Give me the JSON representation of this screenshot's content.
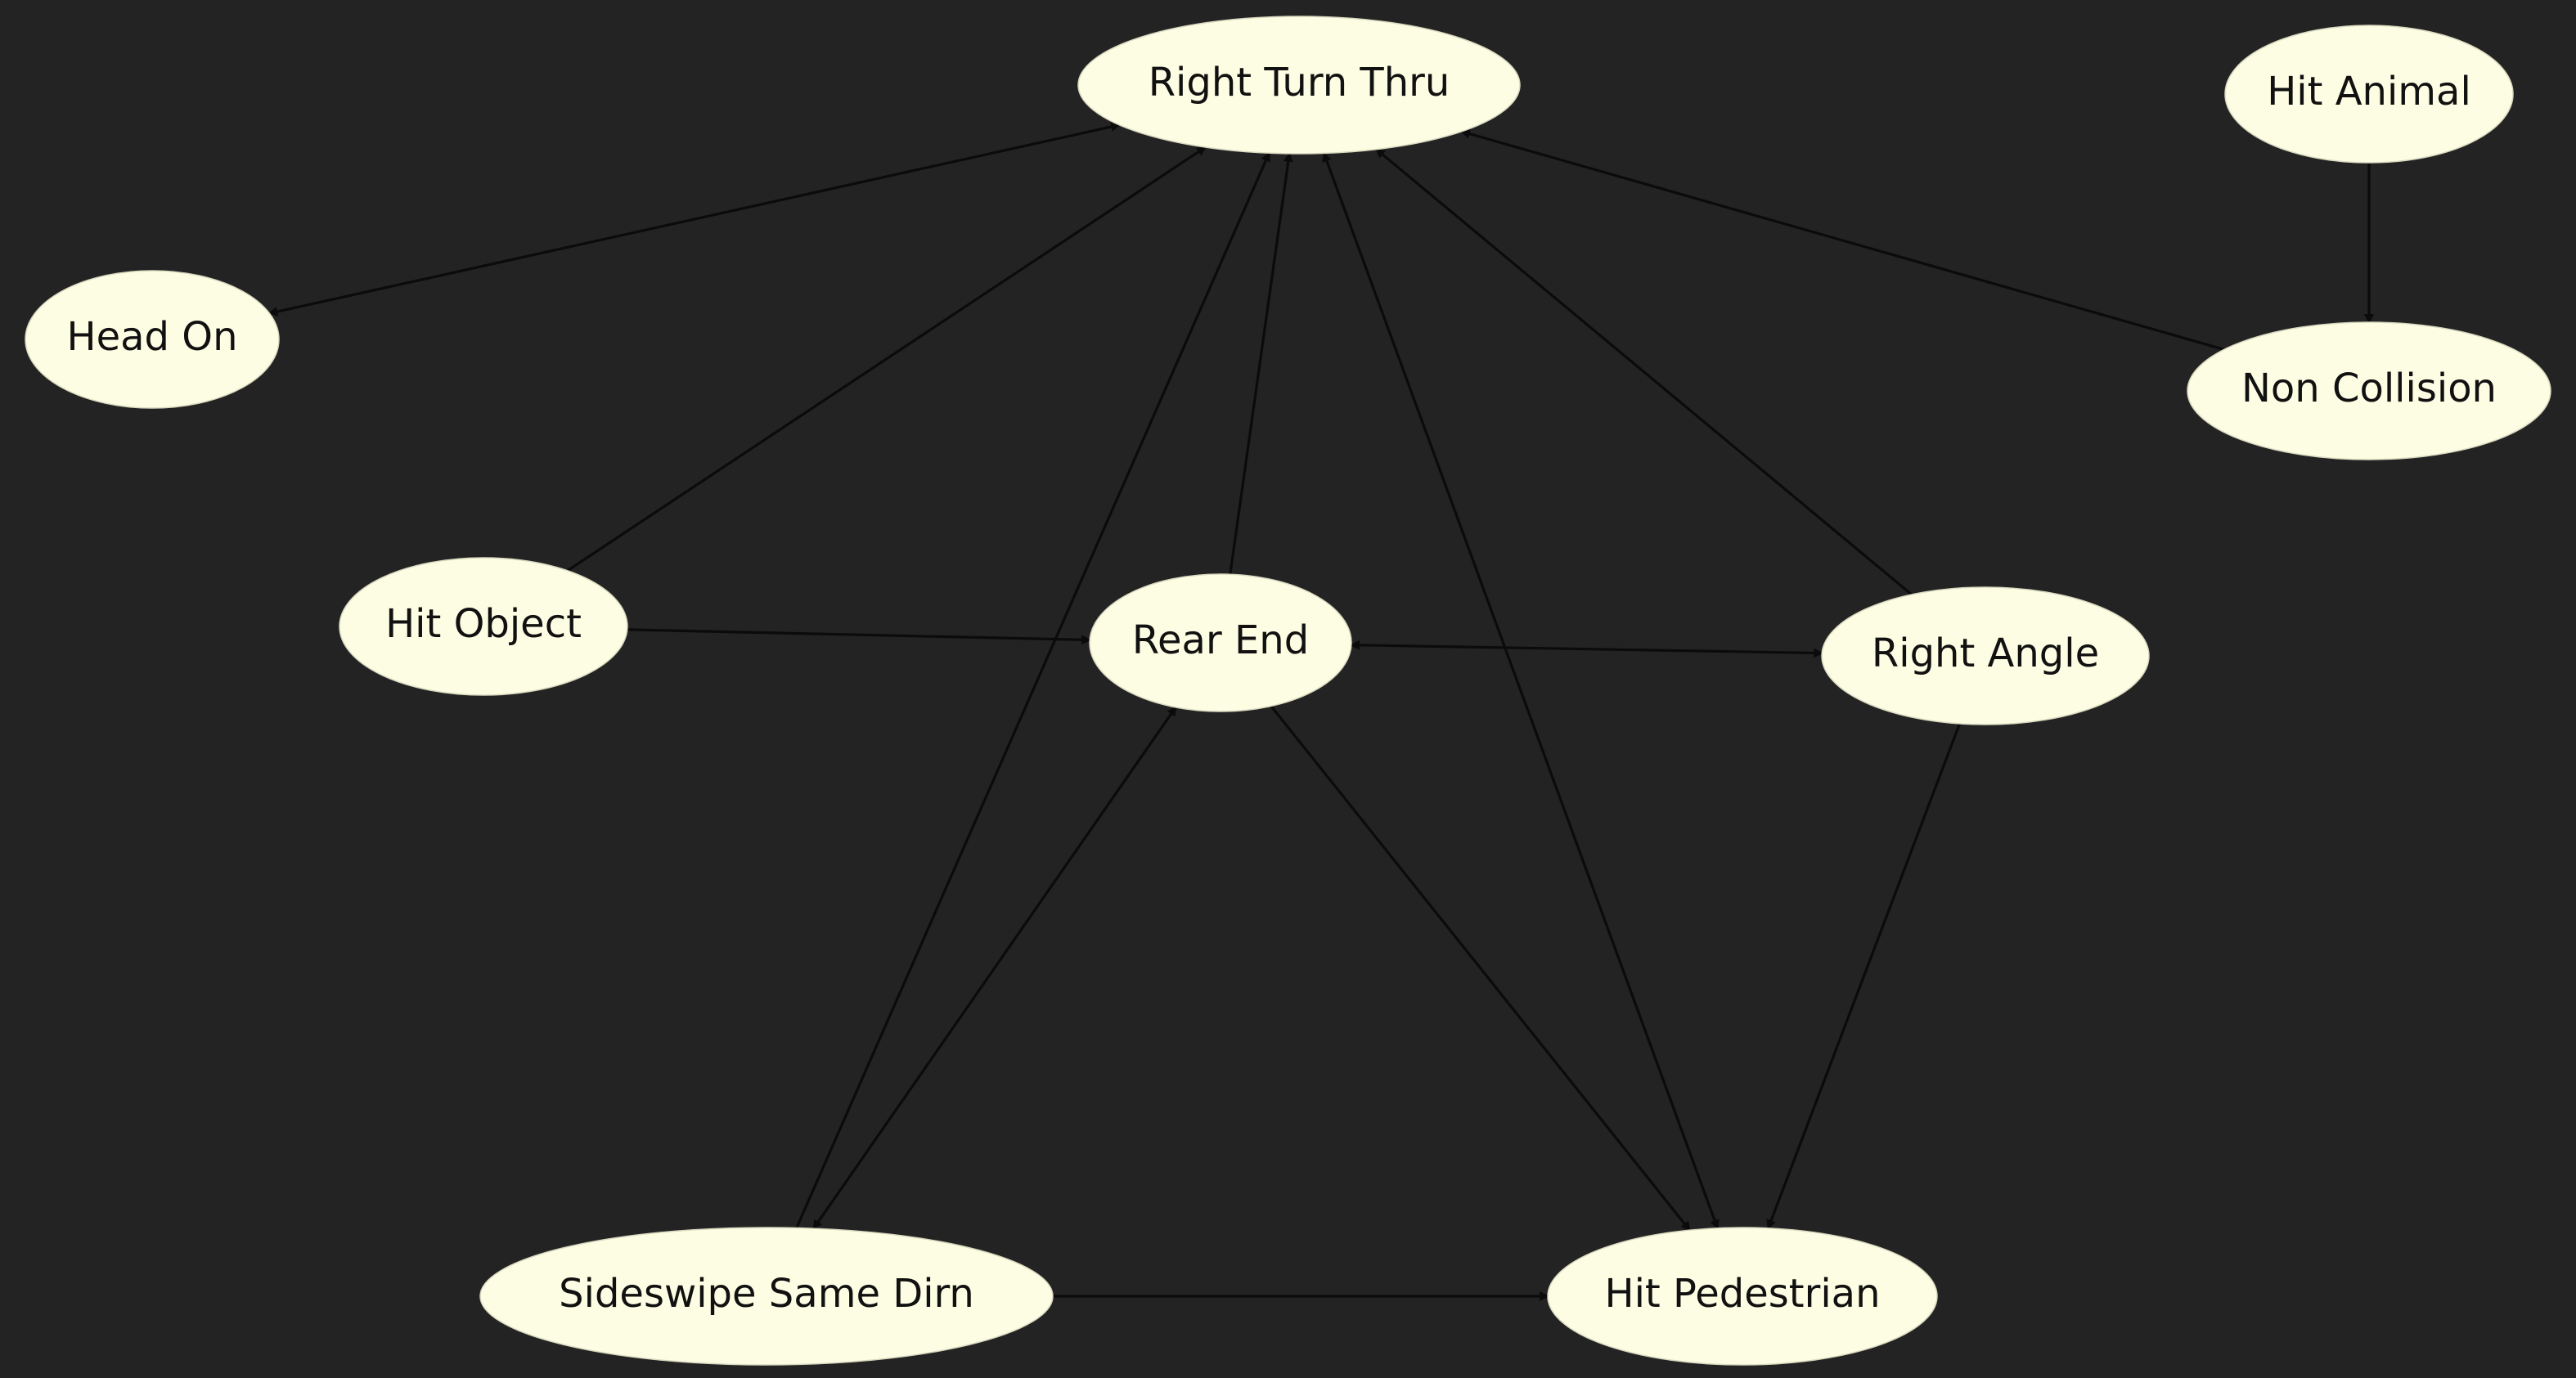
{
  "graph": {
    "background": "#232323",
    "node_fill": "#fdfde3",
    "edge_color": "#0b0b0b",
    "nodes": [
      {
        "id": "right_turn_thru",
        "label": "Right Turn Thru"
      },
      {
        "id": "hit_animal",
        "label": "Hit Animal"
      },
      {
        "id": "head_on",
        "label": "Head On"
      },
      {
        "id": "non_collision",
        "label": "Non Collision"
      },
      {
        "id": "hit_object",
        "label": "Hit Object"
      },
      {
        "id": "rear_end",
        "label": "Rear End"
      },
      {
        "id": "right_angle",
        "label": "Right Angle"
      },
      {
        "id": "sideswipe_same_dirn",
        "label": "Sideswipe Same Dirn"
      },
      {
        "id": "hit_pedestrian",
        "label": "Hit Pedestrian"
      }
    ],
    "edges": [
      {
        "from": "head_on",
        "to": "right_turn_thru",
        "direction": "both"
      },
      {
        "from": "hit_object",
        "to": "right_turn_thru",
        "direction": "forward"
      },
      {
        "from": "sideswipe_same_dirn",
        "to": "right_turn_thru",
        "direction": "forward"
      },
      {
        "from": "rear_end",
        "to": "right_turn_thru",
        "direction": "forward"
      },
      {
        "from": "right_turn_thru",
        "to": "hit_pedestrian",
        "direction": "both"
      },
      {
        "from": "right_angle",
        "to": "right_turn_thru",
        "direction": "forward"
      },
      {
        "from": "non_collision",
        "to": "right_turn_thru",
        "direction": "forward"
      },
      {
        "from": "hit_animal",
        "to": "non_collision",
        "direction": "forward"
      },
      {
        "from": "hit_object",
        "to": "rear_end",
        "direction": "forward"
      },
      {
        "from": "rear_end",
        "to": "right_angle",
        "direction": "both"
      },
      {
        "from": "rear_end",
        "to": "hit_pedestrian",
        "direction": "forward"
      },
      {
        "from": "sideswipe_same_dirn",
        "to": "rear_end",
        "direction": "both"
      },
      {
        "from": "right_angle",
        "to": "hit_pedestrian",
        "direction": "forward"
      },
      {
        "from": "sideswipe_same_dirn",
        "to": "hit_pedestrian",
        "direction": "forward"
      }
    ]
  }
}
